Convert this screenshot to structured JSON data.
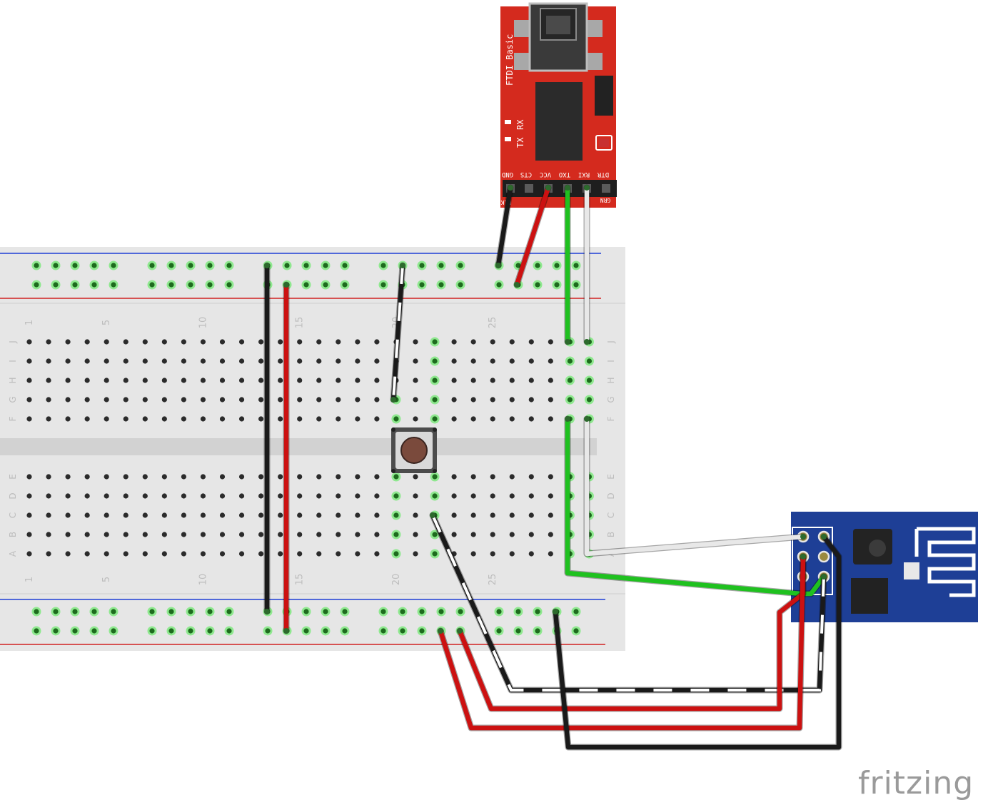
{
  "breadboard": {
    "column_numbers": [
      "1",
      "5",
      "10",
      "15",
      "20",
      "25"
    ],
    "row_letters_top": [
      "J",
      "I",
      "H",
      "G",
      "F"
    ],
    "row_letters_bottom": [
      "E",
      "D",
      "C",
      "B",
      "A"
    ],
    "colors": {
      "body": "#e6e6e6",
      "rail_red": "#d02020",
      "rail_blue": "#1f3fd6",
      "hole": "#2b2b2b",
      "hole_active": "#4bd24b"
    }
  },
  "ftdi": {
    "title": "FTDI Basic",
    "tx_label": "TX",
    "rx_label": "RX",
    "pin_labels": [
      "GND",
      "CTS",
      "VCC",
      "TXO",
      "RXI",
      "DTR"
    ],
    "edge_labels": {
      "left": "BLK",
      "right": "GRN"
    },
    "color": "#d42a1e"
  },
  "esp_module": {
    "color": "#1e3f96"
  },
  "pushbutton": {
    "cap_color": "#7a4a3c"
  },
  "wires": {
    "colors": {
      "red": "#cc1111",
      "black": "#1a1a1a",
      "green": "#1fc11f",
      "white": "#e8e8e8"
    }
  },
  "brand": "fritzing"
}
